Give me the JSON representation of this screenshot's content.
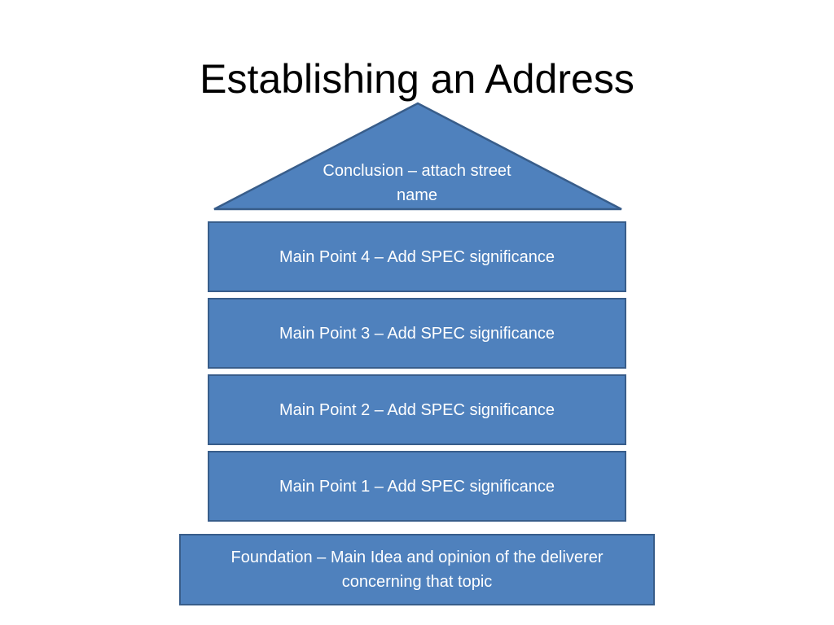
{
  "slide": {
    "title": "Establishing an Address",
    "roof_label": "Conclusion – attach street name",
    "levels": [
      "Main Point 4 – Add SPEC significance",
      "Main Point 3 – Add SPEC significance",
      "Main Point 2 – Add SPEC significance",
      "Main Point 1 – Add SPEC significance"
    ],
    "foundation": "Foundation – Main Idea and opinion of the deliverer concerning that topic"
  },
  "colors": {
    "fill": "#4f81bd",
    "stroke": "#385d8a",
    "text": "#ffffff"
  }
}
